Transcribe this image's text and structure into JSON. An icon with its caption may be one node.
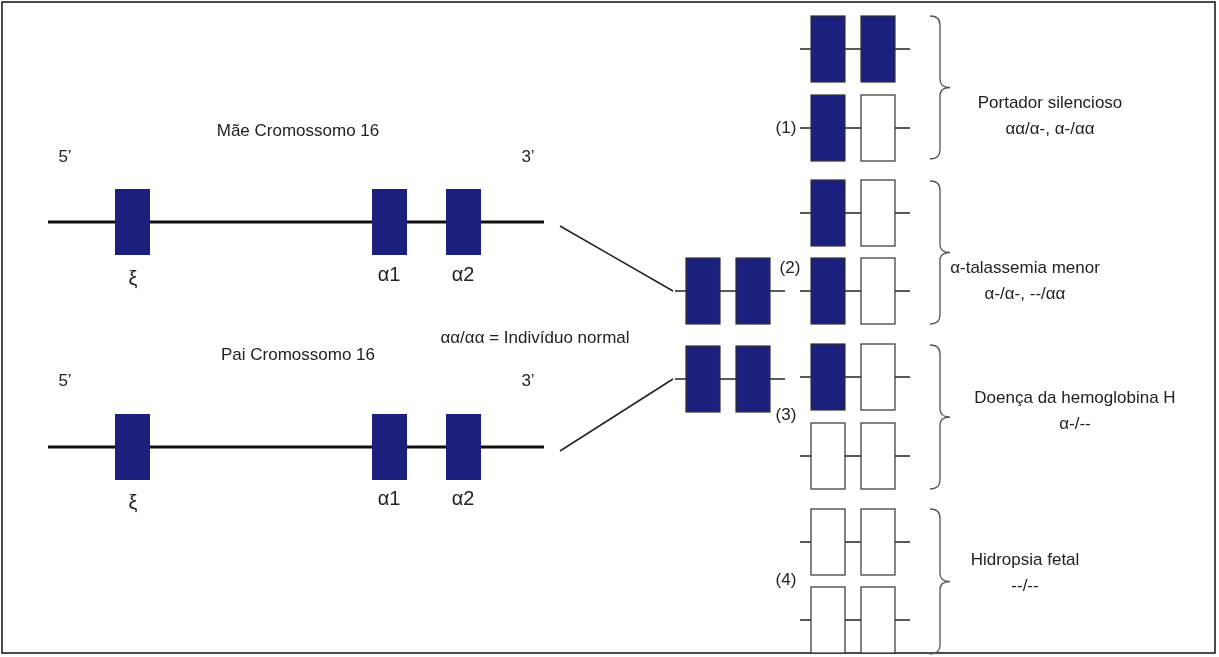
{
  "diagram": {
    "nodes": [
      {
        "text": [
          "Mãe Cromossomo 16"
        ]
      },
      {
        "text": [],
        "shape": "box"
      },
      {
        "text": [
          "Pai Cromossomo 16"
        ]
      },
      {
        "text": [],
        "shape": "box"
      }
    ],
    "edges": [
      {
        "from": 0,
        "to": 1,
        "arrow": "none"
      },
      {
        "from": 2,
        "to": 3,
        "arrow": "none"
      }
    ],
    "labels": [
      "5’",
      "3’",
      "ξ",
      "α1",
      "α2",
      "αα/αα = Indivíduo normal",
      "5’",
      "3’",
      "ξ",
      "α1",
      "α2",
      "(1)",
      "Portador silencioso",
      "αα/α-, α-/αα",
      "(2)",
      "α-talassemia menor",
      "α-/α-, --/αα",
      "(3)",
      "Doença da hemoglobina H",
      "α-/--",
      "(4)",
      "Hidropsia fetal",
      "--/--"
    ]
  }
}
